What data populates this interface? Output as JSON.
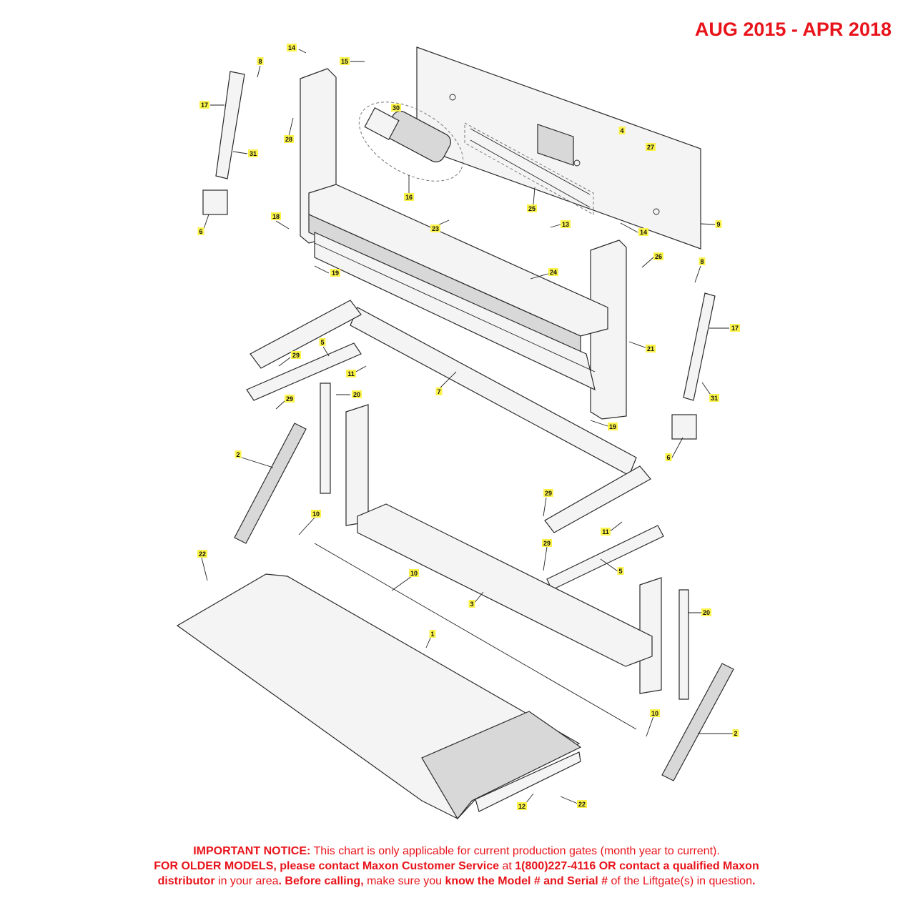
{
  "header": {
    "date_range": "AUG 2015 - APR 2018"
  },
  "callouts": [
    {
      "id": "c14a",
      "label": "14"
    },
    {
      "id": "c15",
      "label": "15"
    },
    {
      "id": "c8a",
      "label": "8"
    },
    {
      "id": "c17a",
      "label": "17"
    },
    {
      "id": "c30",
      "label": "30"
    },
    {
      "id": "c4",
      "label": "4"
    },
    {
      "id": "c27",
      "label": "27"
    },
    {
      "id": "c28",
      "label": "28"
    },
    {
      "id": "c31a",
      "label": "31"
    },
    {
      "id": "c16",
      "label": "16"
    },
    {
      "id": "c25",
      "label": "25"
    },
    {
      "id": "c6a",
      "label": "6"
    },
    {
      "id": "c18",
      "label": "18"
    },
    {
      "id": "c23",
      "label": "23"
    },
    {
      "id": "c13",
      "label": "13"
    },
    {
      "id": "c14b",
      "label": "14"
    },
    {
      "id": "c9",
      "label": "9"
    },
    {
      "id": "c26",
      "label": "26"
    },
    {
      "id": "c8b",
      "label": "8"
    },
    {
      "id": "c19a",
      "label": "19"
    },
    {
      "id": "c24",
      "label": "24"
    },
    {
      "id": "c17b",
      "label": "17"
    },
    {
      "id": "c21",
      "label": "21"
    },
    {
      "id": "c5a",
      "label": "5"
    },
    {
      "id": "c29a",
      "label": "29"
    },
    {
      "id": "c11a",
      "label": "11"
    },
    {
      "id": "c7",
      "label": "7"
    },
    {
      "id": "c31b",
      "label": "31"
    },
    {
      "id": "c20a",
      "label": "20"
    },
    {
      "id": "c29b",
      "label": "29"
    },
    {
      "id": "c19b",
      "label": "19"
    },
    {
      "id": "c2a",
      "label": "2"
    },
    {
      "id": "c6b",
      "label": "6"
    },
    {
      "id": "c29c",
      "label": "29"
    },
    {
      "id": "c10a",
      "label": "10"
    },
    {
      "id": "c11b",
      "label": "11"
    },
    {
      "id": "c22a",
      "label": "22"
    },
    {
      "id": "c29d",
      "label": "29"
    },
    {
      "id": "c5b",
      "label": "5"
    },
    {
      "id": "c10b",
      "label": "10"
    },
    {
      "id": "c3",
      "label": "3"
    },
    {
      "id": "c20b",
      "label": "20"
    },
    {
      "id": "c1",
      "label": "1"
    },
    {
      "id": "c10c",
      "label": "10"
    },
    {
      "id": "c2b",
      "label": "2"
    },
    {
      "id": "c12",
      "label": "12"
    },
    {
      "id": "c22b",
      "label": "22"
    }
  ],
  "notice": {
    "line1_bold": "IMPORTANT NOTICE:",
    "line1_text": " This chart is only applicable for current production gates (month year to current).",
    "line2_bold": "FOR OLDER MODELS, please contact Maxon Customer Service",
    "line2_text": " at ",
    "line2_bold2": "1(800)227-4116 OR contact a qualified Maxon",
    "line3_bold": "distributor",
    "line3_text": " in your area",
    "line3_bold2": ". Before calling,",
    "line3_text2": " make sure you ",
    "line3_bold3": "know the Model # and Serial #",
    "line3_text3": " of the Liftgate(s) in question",
    "line3_end": "."
  }
}
